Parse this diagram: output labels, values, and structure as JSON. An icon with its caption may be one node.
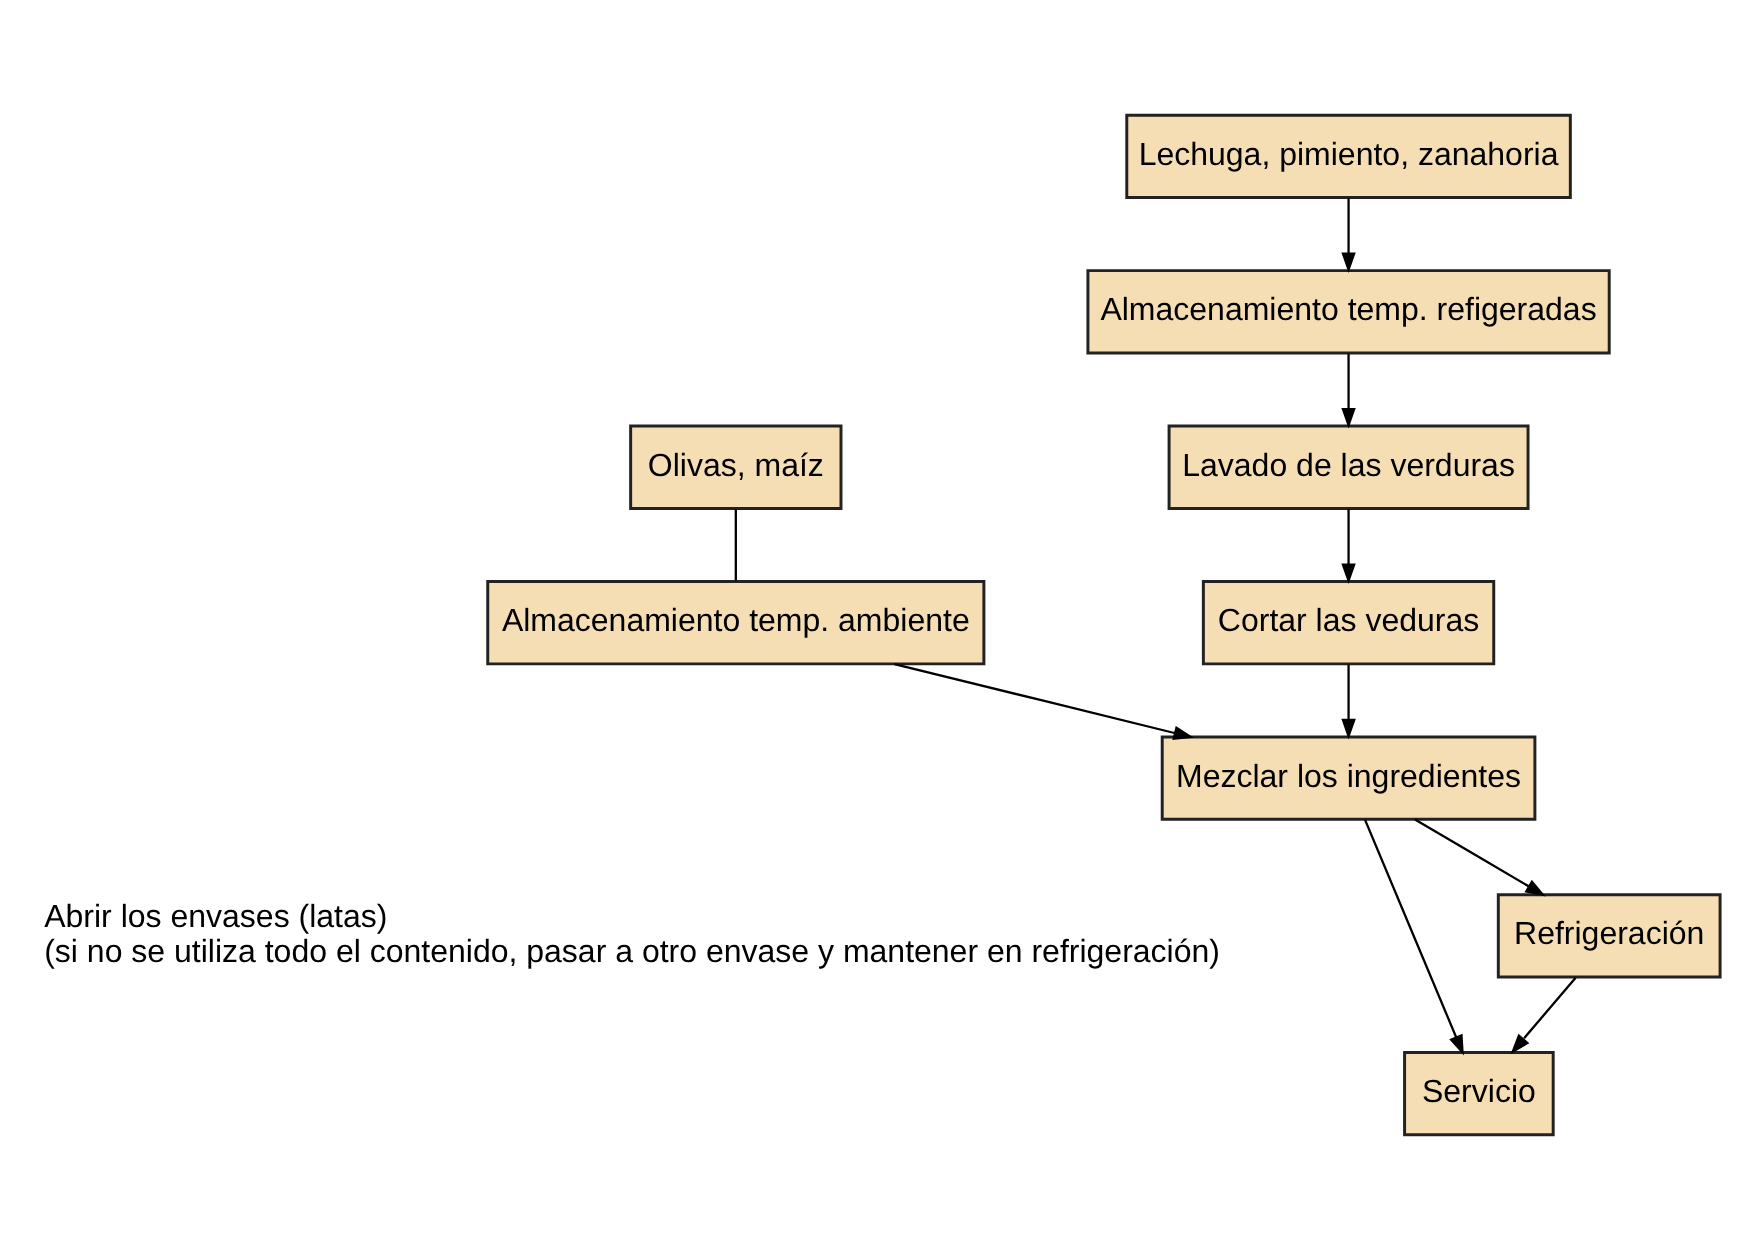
{
  "diagram": {
    "nodes": [
      {
        "text": [
          "Olivas, maíz"
        ]
      },
      {
        "text": [
          "Almacenamiento temp. ambiente"
        ]
      },
      {
        "text": [
          "Lechuga, pimiento, zanahoria"
        ]
      },
      {
        "text": [
          "Almacenamiento temp. refigeradas"
        ]
      },
      {
        "text": [
          "Lavado de las verduras"
        ]
      },
      {
        "text": [
          "Cortar las veduras"
        ]
      },
      {
        "text": [
          "Mezclar los ingredientes"
        ]
      },
      {
        "text": [
          "Refrigeración"
        ]
      },
      {
        "text": [
          "Servicio"
        ]
      }
    ],
    "edges": [
      {
        "from": 0,
        "to": 1,
        "arrow": "none"
      },
      {
        "from": 2,
        "to": 3,
        "arrow": "to"
      },
      {
        "from": 3,
        "to": 4,
        "arrow": "to"
      },
      {
        "from": 4,
        "to": 5,
        "arrow": "to"
      },
      {
        "from": 1,
        "to": 6,
        "arrow": "to"
      },
      {
        "from": 5,
        "to": 6,
        "arrow": "to"
      },
      {
        "from": 6,
        "to": 7,
        "arrow": "to"
      },
      {
        "from": 7,
        "to": 8,
        "arrow": "to"
      },
      {
        "from": 6,
        "to": 8,
        "arrow": "to"
      }
    ],
    "labels": [
      "Abrir los envases (latas)",
      "(si no se utiliza todo el contenido, pasar a otro envase y mantener en refrigeración)"
    ]
  }
}
